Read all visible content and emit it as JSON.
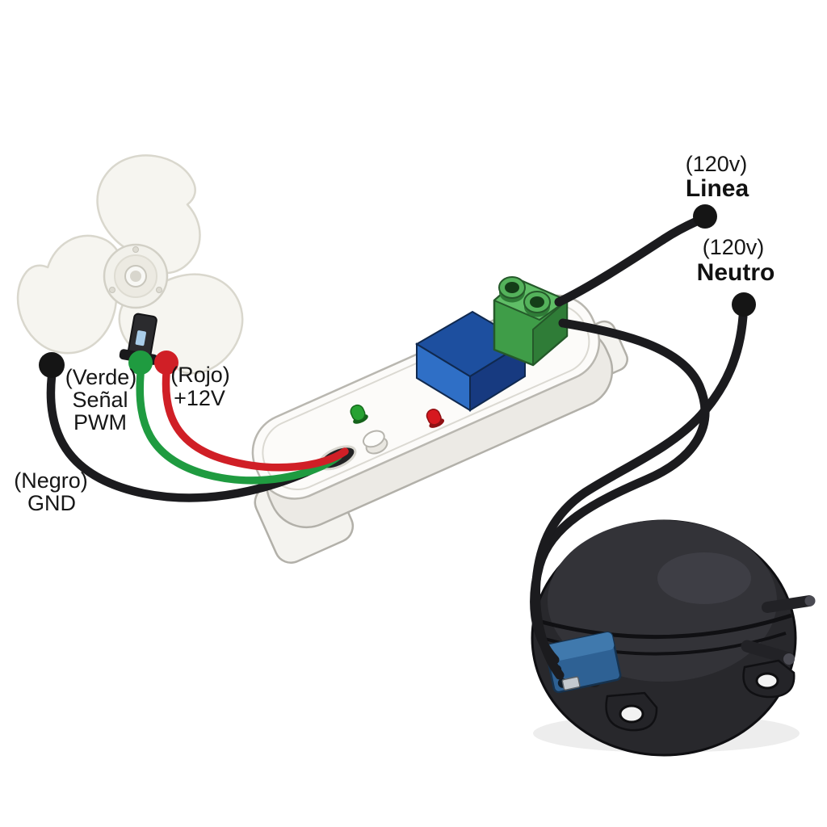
{
  "labels": {
    "linea_voltage": "(120v)",
    "linea_name": "Linea",
    "neutro_voltage": "(120v)",
    "neutro_name": "Neutro",
    "verde_l1": "(Verde)",
    "verde_l2": "Señal",
    "verde_l3": "PWM",
    "rojo_l1": "(Rojo)",
    "rojo_l2": "+12V",
    "negro_l1": "(Negro)",
    "negro_l2": "GND"
  },
  "colors": {
    "wire_black": "#1b1b1e",
    "wire_green": "#1f9b40",
    "wire_red": "#d01f26",
    "connector_black": "#151515",
    "led_green": "#27a232",
    "led_red": "#d6181f",
    "relay_top": "#1d4f9f",
    "relay_front": "#2f6fc6",
    "relay_side": "#173a80",
    "terminal_green": "#3f9d48",
    "terminal_green_light": "#5fbd66",
    "terminal_green_dark": "#2f7c37",
    "board_white": "#fcfbf9",
    "compressor_body": "#28282c",
    "compressor_box_blue": "#2e6194",
    "fan_white": "#f6f5f0"
  }
}
